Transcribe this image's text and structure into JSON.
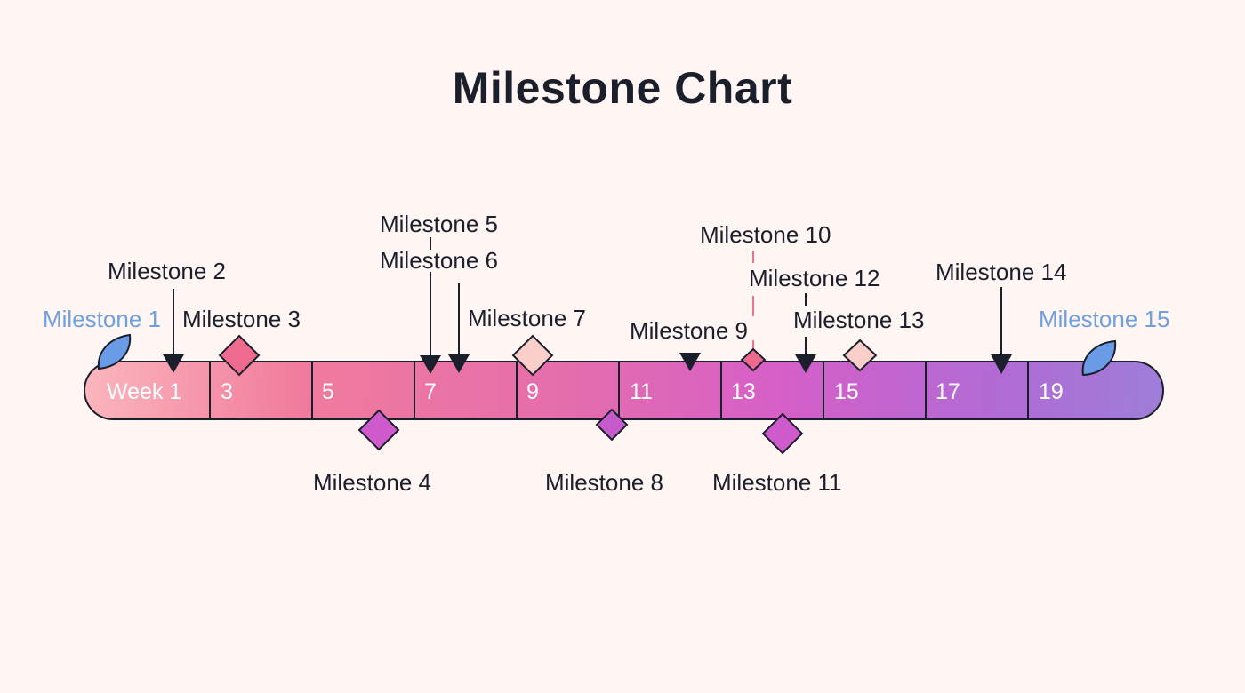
{
  "title": "Milestone Chart",
  "timeline": {
    "segments": [
      "Week 1",
      "3",
      "5",
      "7",
      "9",
      "11",
      "13",
      "15",
      "17",
      "19"
    ]
  },
  "colors": {
    "background": "#fff5f3",
    "text": "#1b1e2b",
    "gradient_start": "#fba5b2",
    "gradient_mid": "#d55fc9",
    "gradient_end": "#a77ed8",
    "edge_milestone": "#6a9be6",
    "edge_label": "#6fa0dc"
  },
  "milestones": [
    {
      "label": "Milestone 1",
      "week": 1,
      "marker": "leaf-icon"
    },
    {
      "label": "Milestone 2",
      "week": 2,
      "marker": "arrow-down-icon"
    },
    {
      "label": "Milestone 3",
      "week": 3,
      "marker": "diamond-icon"
    },
    {
      "label": "Milestone 4",
      "week": 6,
      "marker": "diamond-icon"
    },
    {
      "label": "Milestone 5",
      "week": 7,
      "marker": "arrow-down-icon"
    },
    {
      "label": "Milestone 6",
      "week": 8,
      "marker": "arrow-down-icon"
    },
    {
      "label": "Milestone 7",
      "week": 9,
      "marker": "diamond-icon"
    },
    {
      "label": "Milestone 8",
      "week": 11,
      "marker": "diamond-icon"
    },
    {
      "label": "Milestone 9",
      "week": 12,
      "marker": "arrow-down-icon"
    },
    {
      "label": "Milestone 10",
      "week": 13,
      "marker": "diamond-icon"
    },
    {
      "label": "Milestone 11",
      "week": 14,
      "marker": "diamond-icon"
    },
    {
      "label": "Milestone 12",
      "week": 14,
      "marker": "arrow-down-icon"
    },
    {
      "label": "Milestone 13",
      "week": 15,
      "marker": "diamond-icon"
    },
    {
      "label": "Milestone 14",
      "week": 18,
      "marker": "arrow-down-icon"
    },
    {
      "label": "Milestone 15",
      "week": 20,
      "marker": "leaf-icon"
    }
  ]
}
